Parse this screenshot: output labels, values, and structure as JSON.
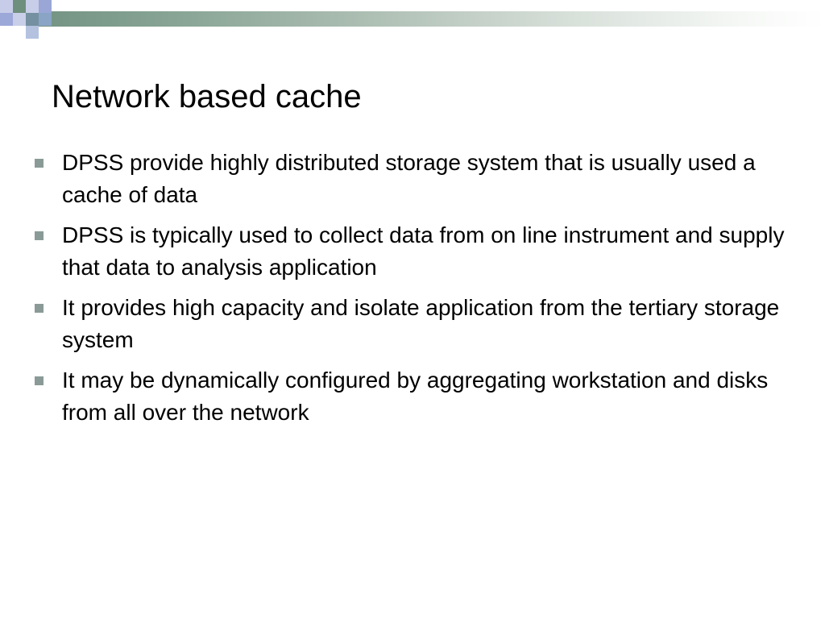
{
  "slide": {
    "title": "Network based cache",
    "bullets": [
      {
        "text": "DPSS provide highly distributed storage system that is usually used a cache of data"
      },
      {
        "text": "DPSS is typically used to collect data from on line instrument and supply that data to analysis application"
      },
      {
        "text": "It provides high capacity and isolate application from the tertiary storage system"
      },
      {
        "text": "It may be dynamically configured by aggregating workstation and disks from all over the network"
      }
    ]
  },
  "theme": {
    "bullet_color": "#8a9b97",
    "band_color": "#6f8f7e",
    "accent_square_color": "#9aa6d6"
  }
}
